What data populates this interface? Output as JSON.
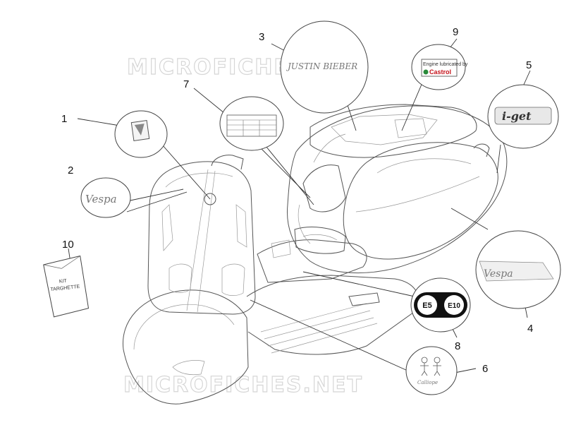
{
  "watermark": "MICROFICHES.NET",
  "callouts": [
    {
      "id": "1",
      "label": "1"
    },
    {
      "id": "2",
      "label": "2"
    },
    {
      "id": "3",
      "label": "3"
    },
    {
      "id": "4",
      "label": "4"
    },
    {
      "id": "5",
      "label": "5"
    },
    {
      "id": "6",
      "label": "6"
    },
    {
      "id": "7",
      "label": "7"
    },
    {
      "id": "8",
      "label": "8"
    },
    {
      "id": "9",
      "label": "9"
    },
    {
      "id": "10",
      "label": "10"
    }
  ],
  "parts": {
    "vespa_script": "Vespa",
    "signature": "JUSTIN BIEBER",
    "castrol_line": "Engine lubricated by",
    "castrol_brand": "Castrol",
    "iget_text": "i-get",
    "fuel_e5": "E5",
    "fuel_e10": "E10",
    "kit_line1": "KIT",
    "kit_line2": "TARGHETTE",
    "calliope_text": "Calliope"
  }
}
